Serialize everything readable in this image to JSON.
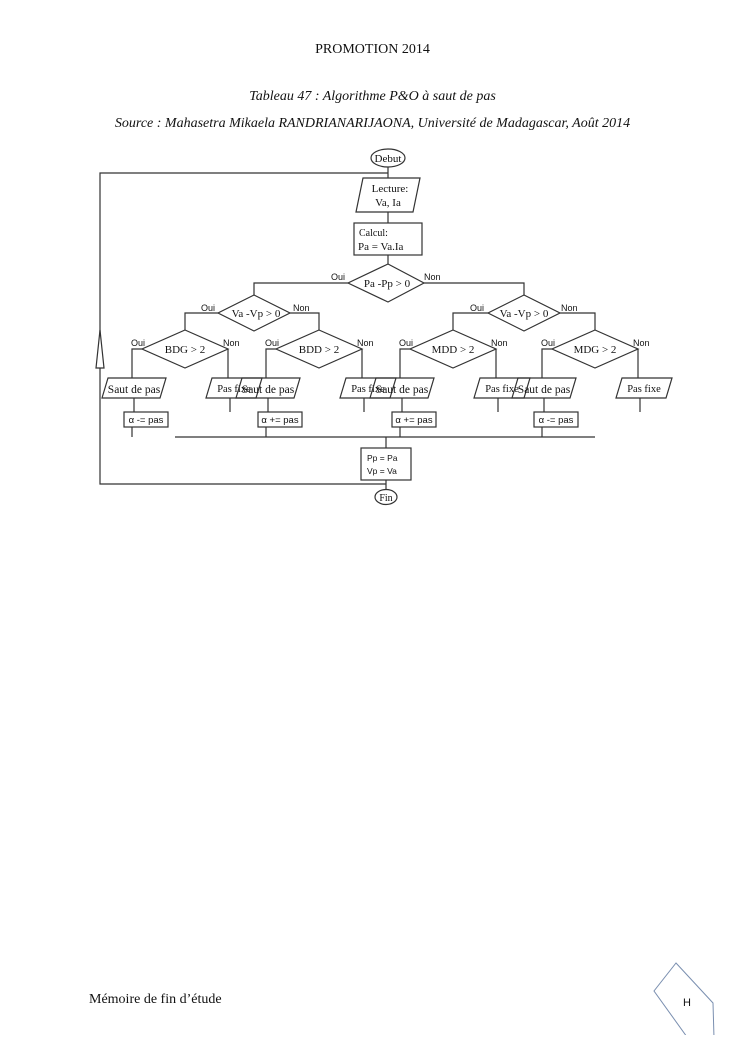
{
  "header": {
    "title": "PROMOTION 2014"
  },
  "caption": {
    "title": "Tableau 47 : Algorithme P&O à saut de pas",
    "source": "Source : Mahasetra Mikaela RANDRIANARIJAONA, Université de Madagascar, Août 2014"
  },
  "flowchart": {
    "start": "Debut",
    "read_line1": "Lecture:",
    "read_line2": "Va, Ia",
    "calc_line1": "Calcul:",
    "calc_line2": "Pa = Va.Ia",
    "main_decision": "Pa -Pp > 0",
    "yes": "Oui",
    "no": "Non",
    "left_decision": "Va -Vp > 0",
    "right_decision": "Va -Vp > 0",
    "branches": [
      {
        "decision": "BDG > 2",
        "jump": "Saut de pas",
        "fixed": "Pas fixe",
        "update": "α -= pas"
      },
      {
        "decision": "BDD > 2",
        "jump": "Saut de pas",
        "fixed": "Pas fixe",
        "update": "α += pas"
      },
      {
        "decision": "MDD > 2",
        "jump": "Saut de pas",
        "fixed": "Pas fixe",
        "update": "α += pas"
      },
      {
        "decision": "MDG > 2",
        "jump": "Saut de pas",
        "fixed": "Pas fixe",
        "update": "α -= pas"
      }
    ],
    "store_line1": "Pp = Pa",
    "store_line2": "Vp = Va",
    "end": "Fin"
  },
  "footer": {
    "text": "Mémoire de fin d’étude",
    "page_marker": "H"
  },
  "colors": {
    "line": "#333333",
    "badge_border": "#7a8fb0"
  }
}
